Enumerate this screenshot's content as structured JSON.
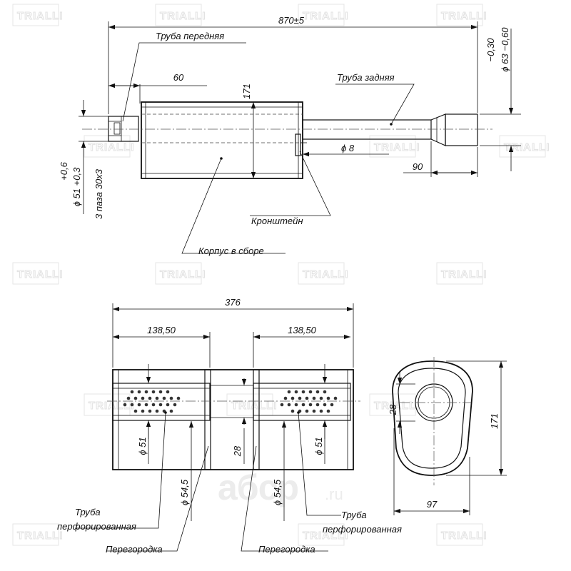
{
  "watermark": {
    "brand": "TRIALLI",
    "site": "aбcp",
    "site_tld": ".ru"
  },
  "top_view": {
    "overall_length": "870±5",
    "front_pipe_label": "Труба передняя",
    "rear_pipe_label": "Труба задняя",
    "dim_60": "60",
    "dim_171": "171",
    "tol_63": "−0,30",
    "tol_63_low": "−0,60",
    "dia_63": "ϕ 63",
    "dia_8": "ϕ 8",
    "dim_90": "90",
    "tol_51_up": "+0,6",
    "dia_51": "ϕ 51 +0,3",
    "slots": "3 паза 30х3",
    "bracket_label": "Кронштейн",
    "body_label": "Корпус в сборе"
  },
  "bottom_view": {
    "dim_376": "376",
    "dim_138_left": "138,50",
    "dim_138_right": "138,50",
    "dia_51_left": "ϕ 51",
    "dia_51_right": "ϕ 51",
    "dim_28_mid": "28",
    "dia_545_left": "ϕ 54,5",
    "dia_545_right": "ϕ 54,5",
    "perf_pipe_left_1": "Труба",
    "perf_pipe_left_2": "перфорированная",
    "perf_pipe_right_1": "Труба",
    "perf_pipe_right_2": "перфорированная",
    "baffle_left": "Перегородка",
    "baffle_right": "Перегородка"
  },
  "end_view": {
    "dim_28": "28",
    "dim_171": "171",
    "dim_97": "97"
  }
}
